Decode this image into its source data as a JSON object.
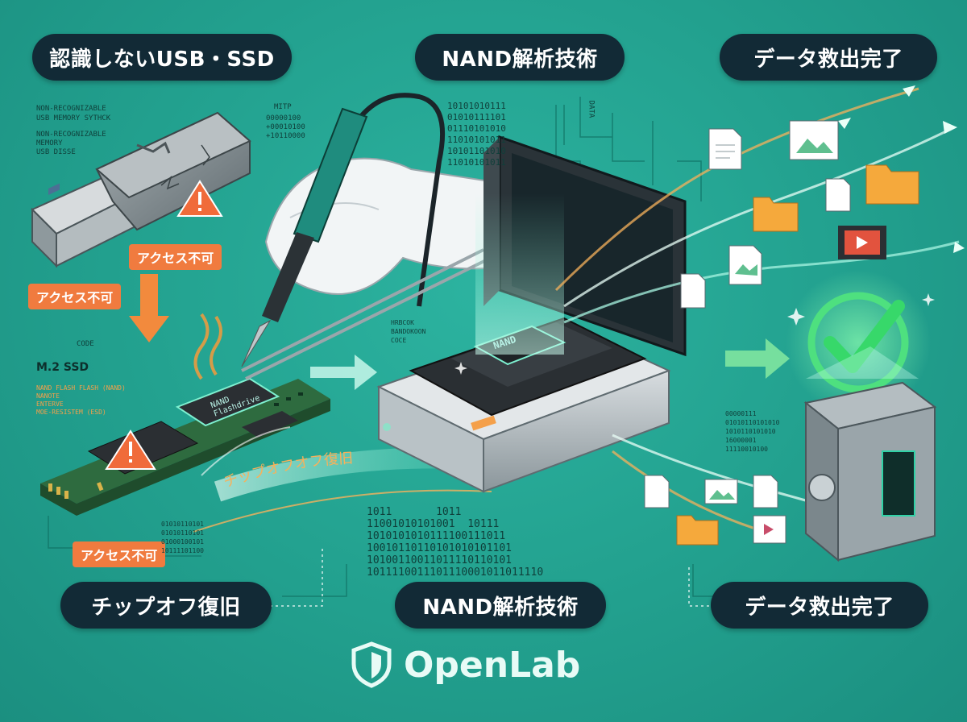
{
  "labels": {
    "top_left": "認識しないUSB・SSD",
    "top_center": "NAND解析技術",
    "top_right": "データ救出完了",
    "bottom_left": "チップオフ復旧",
    "bottom_center": "NAND解析技術",
    "bottom_right": "データ救出完了"
  },
  "warnings": {
    "usb_access": "アクセス不可",
    "left_access": "アクセス不可",
    "ssd_access": "アクセス不可"
  },
  "usb_text": {
    "line1": "NON-RECOGNIZABLE",
    "line2": "USB MEMORY SYTHCK",
    "line3": "NON-RECOGNIZABLE",
    "line4": "MEMORY",
    "line5": "USB DISSE",
    "mitp": "MITP",
    "bits": "00000100\n+00010100\n+10110000"
  },
  "ssd": {
    "label": "M.2 SSD",
    "code": "CODE",
    "details": "NAND FLASH FLASH (NAND)\nNANOTE\nENTERVE\nMOE-RESISTEM (ESD)",
    "chip_line1": "NAND",
    "chip_line2": "Flashdrive"
  },
  "chip": {
    "label": "NAND"
  },
  "board_text": "HRBCOK\nBANDOKOON\nCOCE",
  "arc_label": "チップオフオフ復旧",
  "data_label": "DATA",
  "binary_top": "10101010111\n01010111101\n01110101010\n11010101011\n10101101010\n11010101011",
  "binary_bottom": "1011       1011\n11001010101001  10111\n1010101010111100111011\n10010110110101010101101\n10100110011011110110101\n1011110011101110001011011110",
  "binary_left": "01010110101\n01010110101\n01000100101\n10111101100",
  "binary_right": "00000111\n01010110101010\n1010110101010\n16000001\n11110010100",
  "brand": {
    "name": "OpenLab"
  },
  "colors": {
    "background": "#22a08e",
    "pill": "#122a36",
    "warning": "#f07b3f",
    "check": "#37d86a"
  }
}
